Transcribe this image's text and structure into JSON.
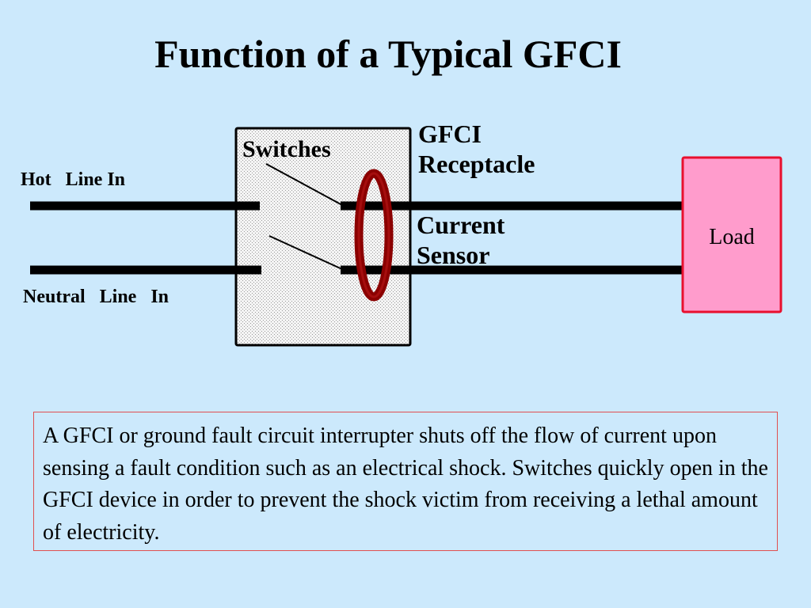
{
  "title": "Function of a Typical GFCI",
  "diagram": {
    "hot_label": "Hot   Line In",
    "neutral_label": "Neutral   Line   In",
    "switches_label": "Switches",
    "receptacle_label": "GFCI\nReceptacle",
    "sensor_label": "Current\nSensor",
    "load_label": "Load"
  },
  "description": "A GFCI or ground fault circuit interrupter shuts off the flow of current upon sensing a fault condition such as an electrical shock. Switches quickly open in the GFCI device in order to prevent the shock victim from receiving a lethal amount of electricity.",
  "colors": {
    "background": "#cce9fc",
    "load_fill": "#ff9ccc",
    "load_border": "#e8102e",
    "sensor_ring": "#8b0000",
    "note_border": "#e05050"
  }
}
